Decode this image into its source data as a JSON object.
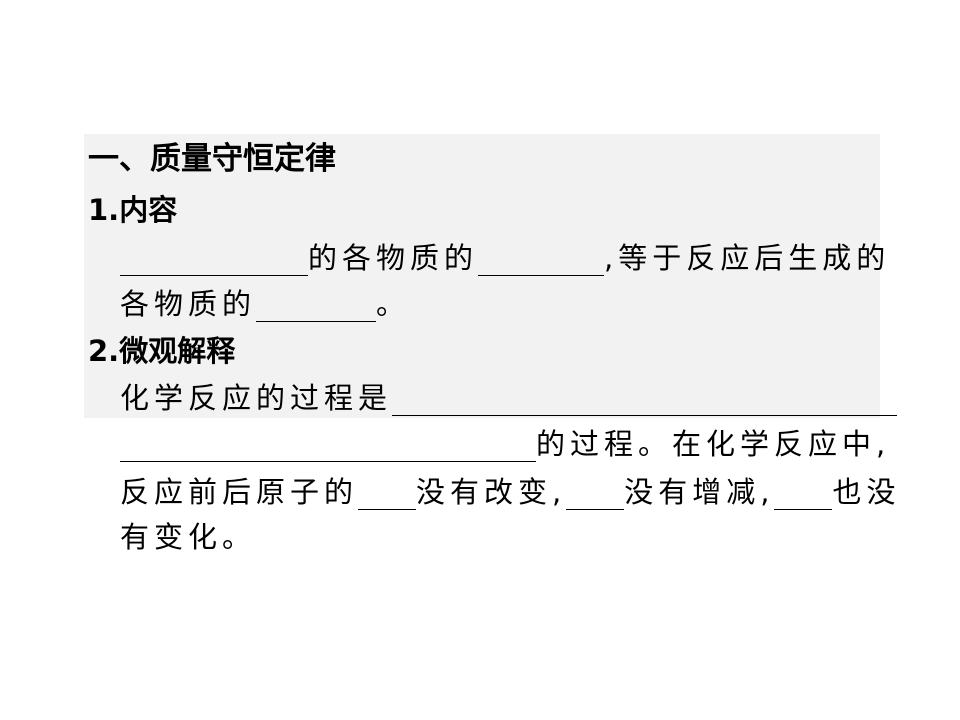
{
  "document": {
    "heading": "一、质量守恒定律",
    "section1": {
      "title": "1.内容",
      "line1_a": "的各物质的",
      "line1_b": ",等于反应后生成的",
      "line2_a": "各物质的",
      "line2_b": "。"
    },
    "section2": {
      "title": "2.微观解释",
      "line1": "化学反应的过程是",
      "line2": "的过程。在化学反应中,",
      "line3_a": "反应前后原子的",
      "line3_b": "没有改变,",
      "line3_c": "没有增减,",
      "line3_d": "也没",
      "line4": "有变化。"
    }
  },
  "colors": {
    "panel_background": "#f2f2f2",
    "text": "#000000",
    "page_background": "#ffffff"
  }
}
